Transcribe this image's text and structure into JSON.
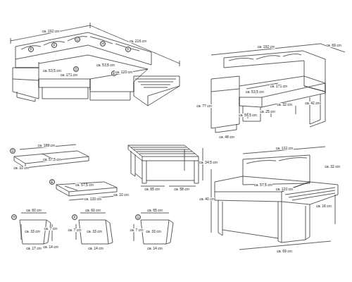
{
  "diagram": {
    "nodes": [
      {
        "text": [
          "F"
        ]
      },
      {
        "text": [
          "F"
        ]
      },
      {
        "text": [
          "G"
        ]
      },
      {
        "text": [
          "H"
        ]
      },
      {
        "text": [
          "F"
        ]
      },
      {
        "text": [
          "D"
        ]
      },
      {
        "text": [
          "E"
        ]
      },
      {
        "text": [
          "D"
        ]
      },
      {
        "text": [
          "E"
        ]
      },
      {
        "text": [
          "H"
        ]
      },
      {
        "text": [
          "F"
        ]
      },
      {
        "text": [
          "G"
        ]
      }
    ],
    "labels": [
      "ca. 192 cm",
      "ca. 216 cm",
      "ca. 53,5 cm",
      "ca. 171 cm",
      "ca. 53,5 cm",
      "ca. 120 cm",
      "ca. 192 cm",
      "ca. 69 cm",
      "ca. 77 cm",
      "ca. 53,5 cm",
      "ca. 171 cm",
      "ca. 56,5 cm",
      "ca. 25 cm",
      "ca. 32 cm",
      "ca. 42 cm",
      "ca. 48 cm",
      "ca. 188 cm",
      "ca. 57,5 cm",
      "ca. 10 cm",
      "ca. 57,5 cm",
      "ca. 130 cm",
      "ca. 10 cm",
      "ca. 34,5 cm",
      "ca. 65 cm",
      "ca. 58 cm",
      "ca. 132 cm",
      "ca. 32 cm",
      "ca. 40 cm",
      "ca. 57,5 cm",
      "ca. 120 cm",
      "ca. 16 cm",
      "ca. 69 cm",
      "ca. 60 cm",
      "ca. 33 cm",
      "ca. 7 cm",
      "ca. 17 cm",
      "ca. 14 cm",
      "ca. 60 cm",
      "ca. 33 cm",
      "ca. 7 cm",
      "ca. 14 cm",
      "ca. 65 cm",
      "ca. 33 cm",
      "ca. 7 cm",
      "ca. 14 cm"
    ]
  }
}
